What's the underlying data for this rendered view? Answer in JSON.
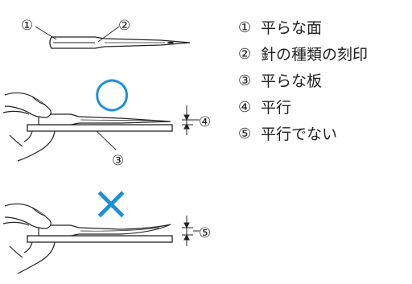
{
  "diagram": {
    "callout_numbers": [
      "①",
      "②",
      "③",
      "④",
      "⑤"
    ],
    "correct_mark": "○",
    "wrong_mark": "×",
    "accent_color": "#1d8fd8"
  },
  "legend": [
    {
      "num": "①",
      "text": "平らな面"
    },
    {
      "num": "②",
      "text": "針の種類の刻印"
    },
    {
      "num": "③",
      "text": "平らな板"
    },
    {
      "num": "④",
      "text": "平行"
    },
    {
      "num": "⑤",
      "text": "平行でない"
    }
  ]
}
